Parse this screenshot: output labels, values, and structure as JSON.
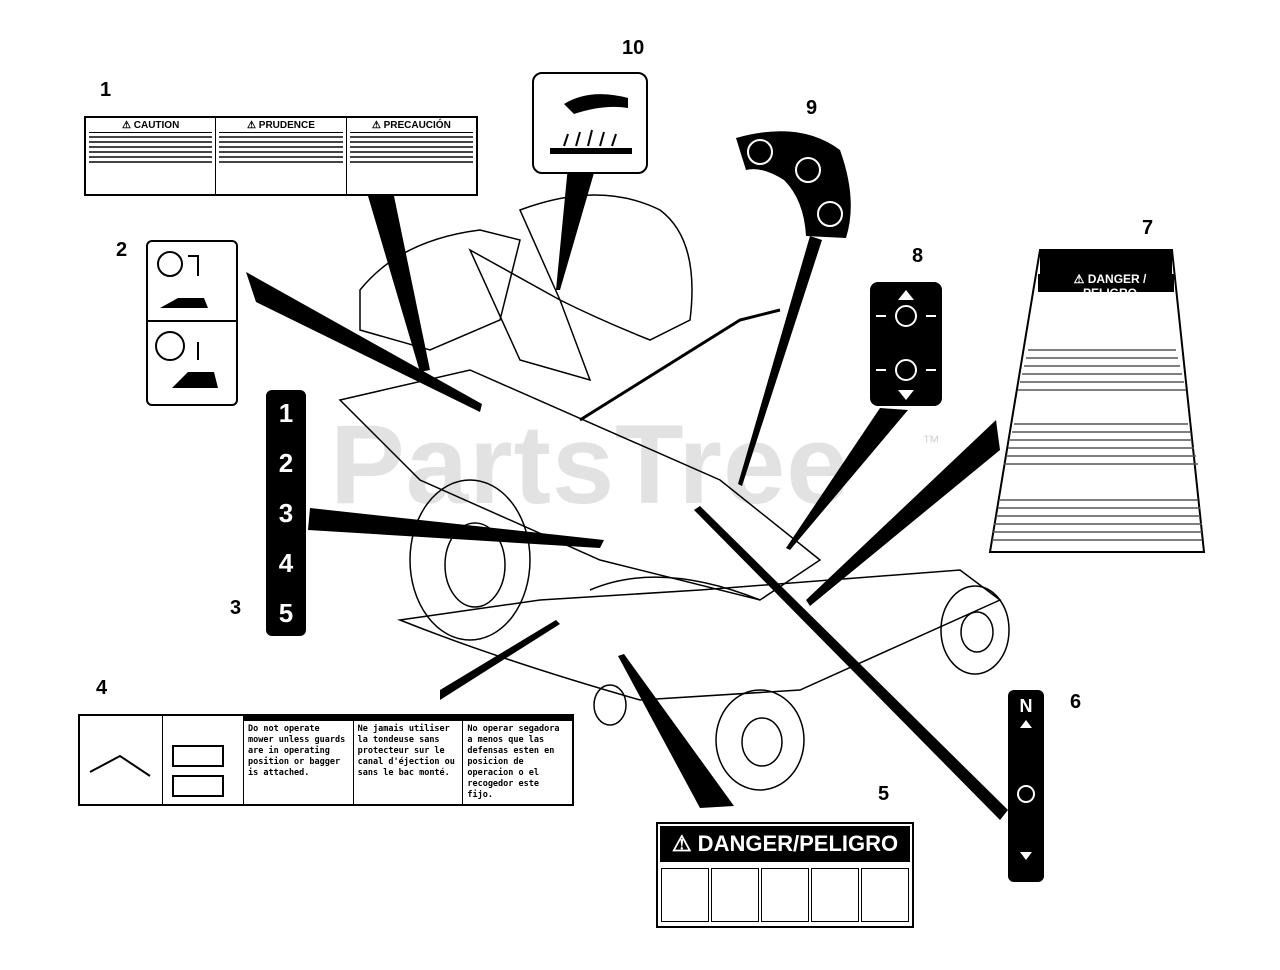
{
  "watermark": {
    "text": "PartsTree",
    "trademark": "™"
  },
  "callouts": [
    "1",
    "2",
    "3",
    "4",
    "5",
    "6",
    "7",
    "8",
    "9",
    "10"
  ],
  "decal1": {
    "headers": [
      "⚠ CAUTION",
      "⚠ PRUDENCE",
      "⚠ PRECAUCIÓN"
    ]
  },
  "decal3": {
    "numbers": [
      "1",
      "2",
      "3",
      "4",
      "5"
    ]
  },
  "decal4": {
    "columns": [
      "Do not operate mower unless guards are in operating position or bagger is attached.",
      "Ne jamais utiliser la tondeuse sans protecteur sur le canal d'éjection ou sans le bac monté.",
      "No operar segadora a menos que las defensas esten en posicion de operacion o el recogedor este fijo."
    ]
  },
  "decal5": {
    "title": "⚠ DANGER/PELIGRO"
  },
  "decal7": {
    "title": "⚠ DANGER / PELIGRO"
  },
  "decal6": {
    "top_letter": "N"
  },
  "icons": {
    "hand": "hand-heat-icon",
    "parking": "parking-brake-icon",
    "engine": "engine-icon"
  }
}
